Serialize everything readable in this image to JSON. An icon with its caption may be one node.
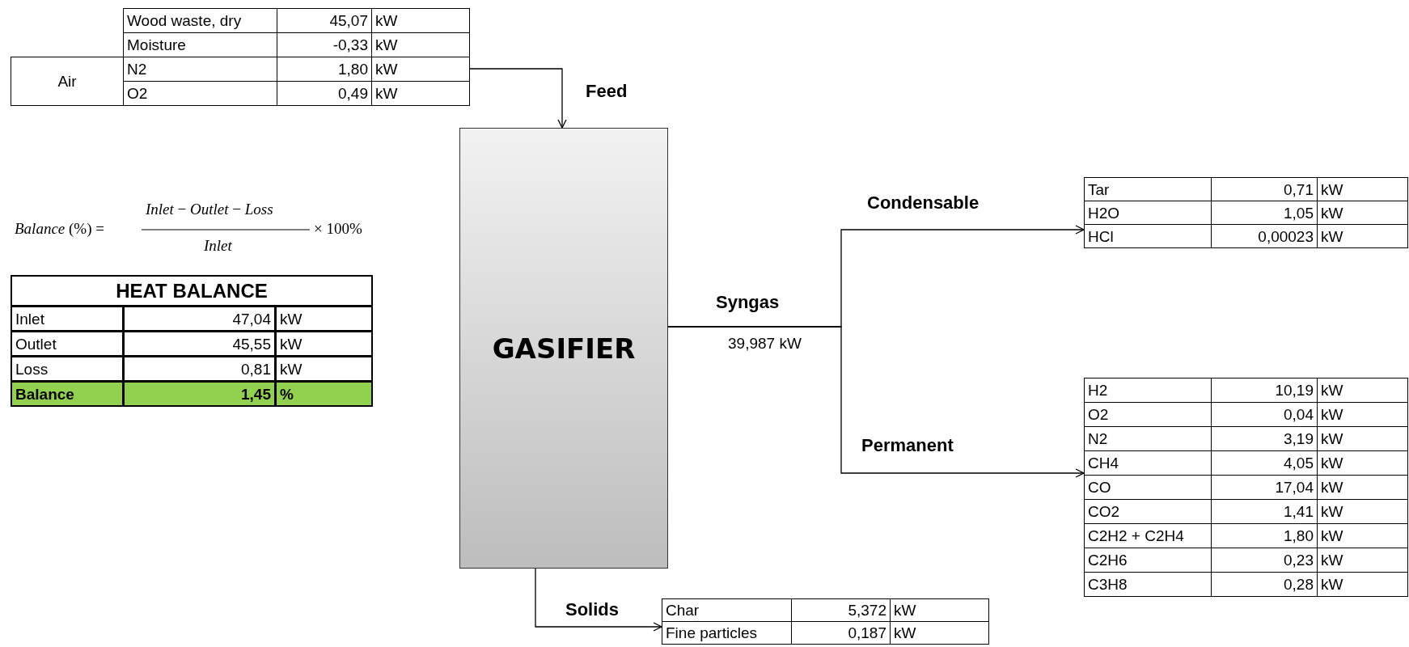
{
  "diagram": {
    "nodes": [
      {
        "text": [
          "Wood waste, dry",
          "45,07",
          "kW",
          "Moisture",
          "-0,33",
          "kW",
          "Air",
          "N2",
          "1,80",
          "kW",
          "O2",
          "0,49",
          "kW"
        ]
      },
      {
        "text": [
          "HEAT BALANCE",
          "Inlet",
          "47,04",
          "kW",
          "Outlet",
          "45,55",
          "kW",
          "Loss",
          "0,81",
          "kW",
          "Balance",
          "1,45",
          "%"
        ]
      },
      {
        "text": [
          "GASIFIER"
        ]
      },
      {
        "text": [
          "Tar",
          "0,71",
          "kW",
          "H2O",
          "1,05",
          "kW",
          "HCl",
          "0,00023",
          "kW"
        ]
      },
      {
        "text": [
          "H2",
          "10,19",
          "kW",
          "O2",
          "0,04",
          "kW",
          "N2",
          "3,19",
          "kW",
          "CH4",
          "4,05",
          "kW",
          "CO",
          "17,04",
          "kW",
          "CO2",
          "1,41",
          "kW",
          "C2H2 + C2H4",
          "1,80",
          "kW",
          "C2H6",
          "0,23",
          "kW",
          "C3H8",
          "0,28",
          "kW"
        ]
      },
      {
        "text": [
          "Char",
          "5,372",
          "kW",
          "Fine particles",
          "0,187",
          "kW"
        ]
      }
    ],
    "edges": [
      {
        "from": 0,
        "to": 2,
        "arrow": "to",
        "label": "Feed"
      },
      {
        "from": 2,
        "to": 3,
        "arrow": "to",
        "label": "Condensable"
      },
      {
        "from": 2,
        "to": 4,
        "arrow": "to",
        "label": "Permanent"
      },
      {
        "from": 2,
        "to": 5,
        "arrow": "to",
        "label": "Solids"
      }
    ],
    "labels": [
      "*Balance* (%) =",
      "*Inlet* − *Outlet* − *Loss*",
      "Inlet",
      "× 100%",
      "Syngas",
      "39,987 kW"
    ]
  }
}
